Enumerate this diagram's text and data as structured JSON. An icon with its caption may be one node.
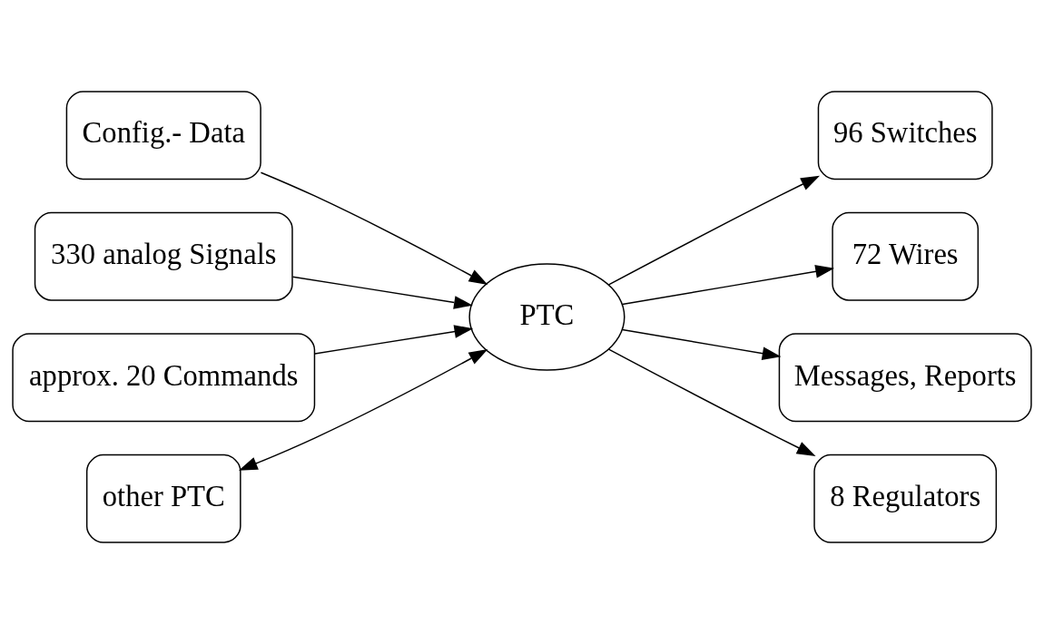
{
  "diagram": {
    "nodes": [
      {
        "text": [
          "PTC"
        ]
      },
      {
        "text": [
          "Config.- Data"
        ]
      },
      {
        "text": [
          "330 analog Signals"
        ]
      },
      {
        "text": [
          "approx. 20 Commands"
        ]
      },
      {
        "text": [
          "other PTC"
        ]
      },
      {
        "text": [
          "96 Switches"
        ]
      },
      {
        "text": [
          "72 Wires"
        ]
      },
      {
        "text": [
          "Messages, Reports"
        ]
      },
      {
        "text": [
          "8 Regulators"
        ]
      }
    ],
    "edges": [
      {
        "from": 1,
        "to": 0,
        "arrow": "to"
      },
      {
        "from": 2,
        "to": 0,
        "arrow": "to"
      },
      {
        "from": 3,
        "to": 0,
        "arrow": "to"
      },
      {
        "from": 4,
        "to": 0,
        "arrow": "both"
      },
      {
        "from": 0,
        "to": 5,
        "arrow": "to"
      },
      {
        "from": 0,
        "to": 6,
        "arrow": "to"
      },
      {
        "from": 0,
        "to": 7,
        "arrow": "to"
      },
      {
        "from": 0,
        "to": 8,
        "arrow": "to"
      }
    ]
  }
}
